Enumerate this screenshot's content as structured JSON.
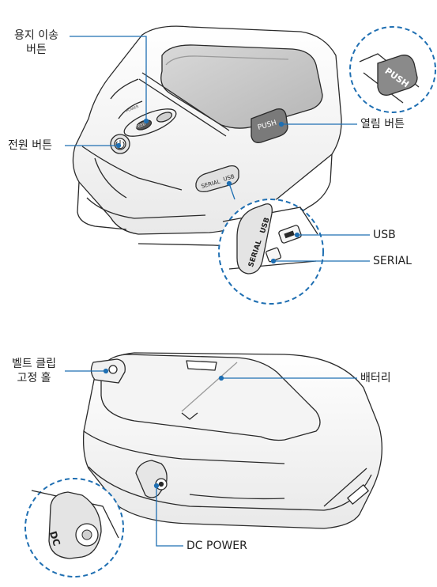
{
  "labels": {
    "paper_feed": [
      "용지 이송",
      "버튼"
    ],
    "power": "전원 버튼",
    "open": "열림 버튼",
    "usb": "USB",
    "serial": "SERIAL",
    "belt_clip": [
      "벨트 클립",
      "고정 홀"
    ],
    "battery": "배터리",
    "dc_power": "DC POWER"
  },
  "device_markings": {
    "push": "PUSH",
    "serial": "SERIAL",
    "usb": "USB",
    "dc": "DC",
    "feed": "FEED",
    "power": "POWER"
  },
  "colors": {
    "leader_line": "#1f6fb2",
    "callout_circle": "#1f6fb2",
    "outline": "#2a2a2a",
    "push_button": "#7a7a7a"
  }
}
